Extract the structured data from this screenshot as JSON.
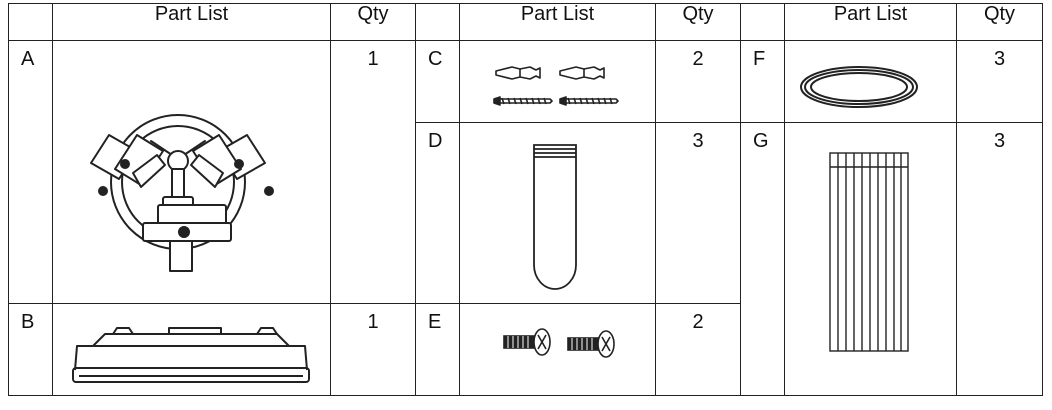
{
  "table": {
    "headers": {
      "part_list": "Part List",
      "qty": "Qty"
    },
    "parts": {
      "A": {
        "label": "A",
        "qty": "1",
        "icon": "light-fixture-body-icon"
      },
      "B": {
        "label": "B",
        "qty": "1",
        "icon": "ceiling-canopy-icon"
      },
      "C": {
        "label": "C",
        "qty": "2",
        "icon": "anchor-and-screw-icon"
      },
      "D": {
        "label": "D",
        "qty": "3",
        "icon": "glass-tube-shade-icon"
      },
      "E": {
        "label": "E",
        "qty": "2",
        "icon": "machine-screw-icon"
      },
      "F": {
        "label": "F",
        "qty": "3",
        "icon": "rubber-ring-icon"
      },
      "G": {
        "label": "G",
        "qty": "3",
        "icon": "pleated-shade-icon"
      }
    }
  },
  "colors": {
    "line": "#222222",
    "background": "#ffffff"
  }
}
